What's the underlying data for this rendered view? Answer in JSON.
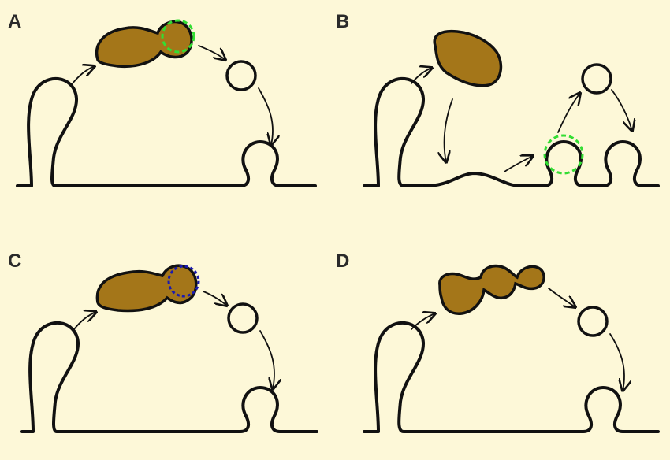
{
  "panels": [
    {
      "id": "A",
      "label": "A"
    },
    {
      "id": "B",
      "label": "B"
    },
    {
      "id": "C",
      "label": "C"
    },
    {
      "id": "D",
      "label": "D"
    }
  ],
  "colors": {
    "background": "#fdf8d8",
    "blob_fill": "#a47619",
    "stroke": "#111111",
    "green_ring": "#33dd33",
    "blue_ring": "#1a1ab0"
  },
  "icons": [
    "membrane-line",
    "vesicle-circle",
    "budding-vesicle",
    "brown-body",
    "dashed-ring",
    "curved-arrow"
  ]
}
